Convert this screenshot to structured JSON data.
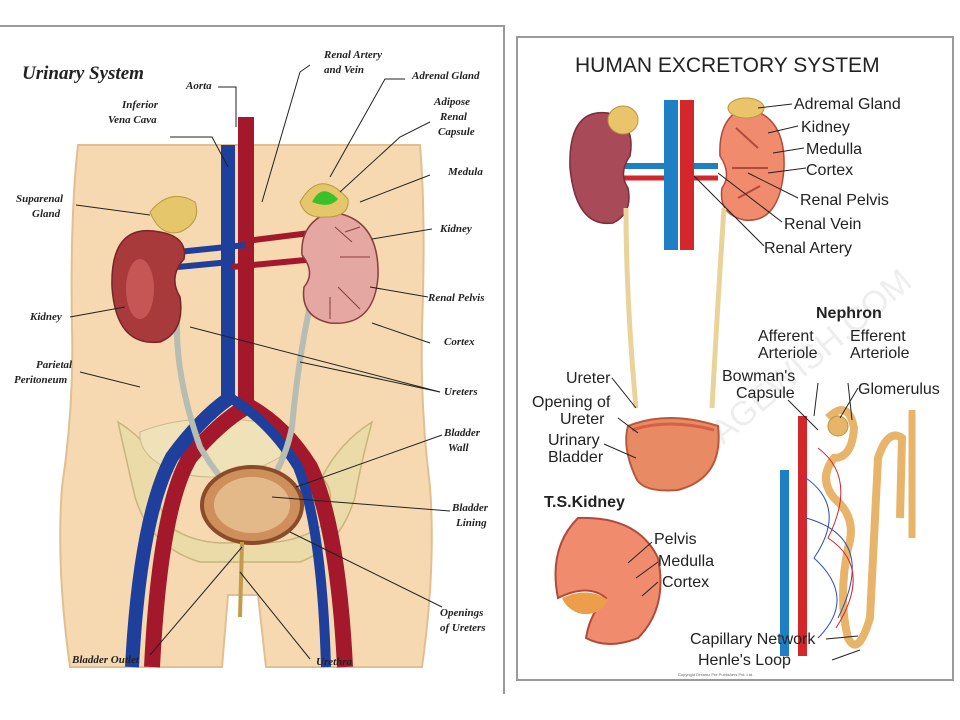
{
  "left": {
    "title": "Urinary System",
    "labels": {
      "aorta": "Aorta",
      "inferior_vena_cava": [
        "Inferior",
        "Vena Cava"
      ],
      "renal_artery_vein": [
        "Renal Artery",
        "and Vein"
      ],
      "adrenal_gland": "Adrenal Gland",
      "adipose_capsule": [
        "Adipose",
        "Renal",
        "Capsule"
      ],
      "medula": "Medula",
      "suparenal_gland": [
        "Suparenal",
        "Gland"
      ],
      "kidney_right": "Kidney",
      "kidney_left": "Kidney",
      "renal_pelvis": "Renal Pelvis",
      "cortex": "Cortex",
      "parietal_peritoneum": [
        "Parietal",
        "Peritoneum"
      ],
      "ureters": "Ureters",
      "bladder_wall": [
        "Bladder",
        "Wall"
      ],
      "bladder_lining": [
        "Bladder",
        "Lining"
      ],
      "openings_of_ureters": [
        "Openings",
        "of Ureters"
      ],
      "bladder_outlet": "Bladder Outlet",
      "urethra": "Urethra"
    }
  },
  "right": {
    "title": "HUMAN EXCRETORY SYSTEM",
    "labels": {
      "adremal_gland": "Adremal Gland",
      "kidney": "Kidney",
      "medulla": "Medulla",
      "cortex": "Cortex",
      "renal_pelvis": "Renal Pelvis",
      "renal_vein": "Renal Vein",
      "renal_artery": "Renal Artery",
      "nephron": "Nephron",
      "afferent": [
        "Afferent",
        "Arteriole"
      ],
      "efferent": [
        "Efferent",
        "Arteriole"
      ],
      "bowmans": [
        "Bowman's",
        "Capsule"
      ],
      "glomerulus": "Glomerulus",
      "ureter": "Ureter",
      "opening_of_ureter": [
        "Opening of",
        "Ureter"
      ],
      "urinary_bladder": [
        "Urinary",
        "Bladder"
      ],
      "ts_kidney": "T.S.Kidney",
      "pelvis": "Pelvis",
      "ts_medulla": "Medulla",
      "ts_cortex": "Cortex",
      "capillary_network": "Capillary Network",
      "henles_loop": "Henle's Loop",
      "watermark": "IMAGEWISH.COM",
      "copyright": "Copyright Dreamz Pre Publishers Pvt. Ltd."
    }
  },
  "colors": {
    "skin": "#f6d9b0",
    "artery": "#a3182b",
    "vein": "#1f3f9c",
    "kidney": "#a83a3c",
    "fat": "#e9d07a",
    "bladder": "#cf8f5a",
    "tubule": "#e8b46a"
  }
}
